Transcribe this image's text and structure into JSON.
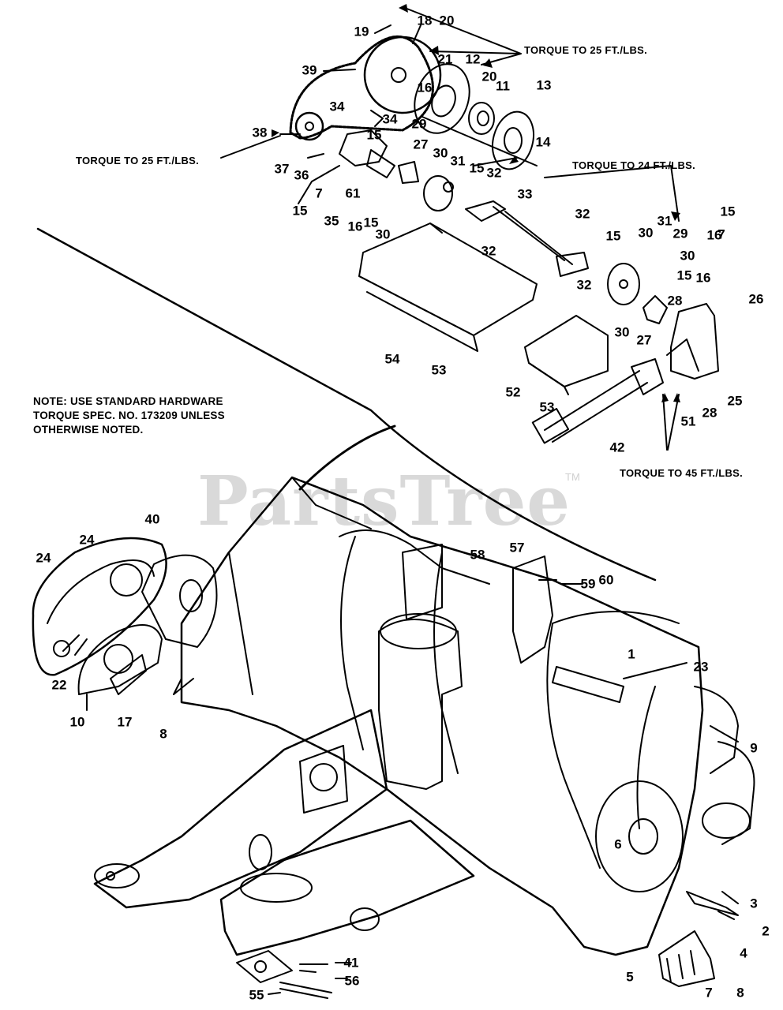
{
  "watermark": {
    "text": "PartsTree",
    "mark": "TM"
  },
  "note": {
    "lines": [
      "NOTE: USE STANDARD HARDWARE",
      "TORQUE SPEC. NO. 173209 UNLESS",
      "OTHERWISE NOTED."
    ]
  },
  "torque": {
    "t1": "TORQUE TO 25 FT./LBS.",
    "t2": "TORQUE TO  25 FT./LBS.",
    "t3": "TORQUE TO  24 FT./LBS.",
    "t4": "TORQUE TO 45 FT./LBS."
  },
  "callouts": [
    {
      "label": "19"
    },
    {
      "label": "18"
    },
    {
      "label": "20"
    },
    {
      "label": "39"
    },
    {
      "label": "21"
    },
    {
      "label": "12"
    },
    {
      "label": "20"
    },
    {
      "label": "11"
    },
    {
      "label": "13"
    },
    {
      "label": "16"
    },
    {
      "label": "34"
    },
    {
      "label": "34"
    },
    {
      "label": "15"
    },
    {
      "label": "29"
    },
    {
      "label": "38"
    },
    {
      "label": "14"
    },
    {
      "label": "27"
    },
    {
      "label": "37"
    },
    {
      "label": "36"
    },
    {
      "label": "30"
    },
    {
      "label": "31"
    },
    {
      "label": "15"
    },
    {
      "label": "32"
    },
    {
      "label": "7"
    },
    {
      "label": "61"
    },
    {
      "label": "15"
    },
    {
      "label": "35"
    },
    {
      "label": "16"
    },
    {
      "label": "15"
    },
    {
      "label": "30"
    },
    {
      "label": "33"
    },
    {
      "label": "32"
    },
    {
      "label": "32"
    },
    {
      "label": "15"
    },
    {
      "label": "30"
    },
    {
      "label": "31"
    },
    {
      "label": "29"
    },
    {
      "label": "16"
    },
    {
      "label": "15"
    },
    {
      "label": "7"
    },
    {
      "label": "30"
    },
    {
      "label": "15"
    },
    {
      "label": "16"
    },
    {
      "label": "28"
    },
    {
      "label": "26"
    },
    {
      "label": "32"
    },
    {
      "label": "30"
    },
    {
      "label": "27"
    },
    {
      "label": "54"
    },
    {
      "label": "53"
    },
    {
      "label": "52"
    },
    {
      "label": "53"
    },
    {
      "label": "28"
    },
    {
      "label": "25"
    },
    {
      "label": "51"
    },
    {
      "label": "42"
    },
    {
      "label": "40"
    },
    {
      "label": "24"
    },
    {
      "label": "24"
    },
    {
      "label": "58"
    },
    {
      "label": "57"
    },
    {
      "label": "59"
    },
    {
      "label": "60"
    },
    {
      "label": "1"
    },
    {
      "label": "23"
    },
    {
      "label": "22"
    },
    {
      "label": "10"
    },
    {
      "label": "17"
    },
    {
      "label": "8"
    },
    {
      "label": "9"
    },
    {
      "label": "6"
    },
    {
      "label": "3"
    },
    {
      "label": "2"
    },
    {
      "label": "4"
    },
    {
      "label": "5"
    },
    {
      "label": "7"
    },
    {
      "label": "8"
    },
    {
      "label": "41"
    },
    {
      "label": "56"
    },
    {
      "label": "55"
    }
  ]
}
